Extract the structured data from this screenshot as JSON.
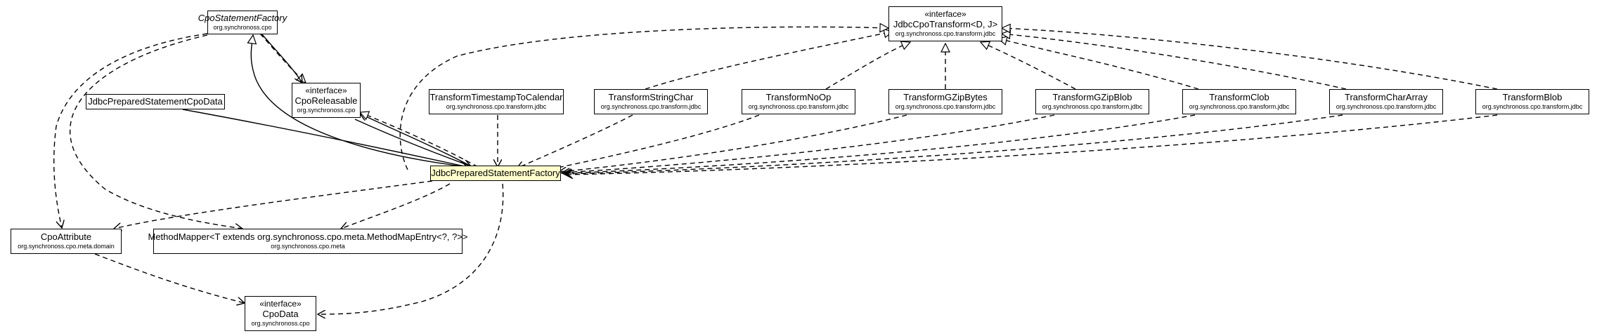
{
  "nodes": {
    "cpo_statement_factory": {
      "name": "CpoStatementFactory",
      "pkg": "org.synchronoss.cpo"
    },
    "jdbc_cpo_transform": {
      "stereo": "«interface»",
      "name": "JdbcCpoTransform<D, J>",
      "pkg": "org.synchronoss.cpo.transform.jdbc"
    },
    "cpo_releasable": {
      "stereo": "«interface»",
      "name": "CpoReleasable",
      "pkg": "org.synchronoss.cpo"
    },
    "jdbc_prepared_statement_cpo_data": {
      "name": "JdbcPreparedStatementCpoData"
    },
    "transform_timestamp_to_calendar": {
      "name": "TransformTimestampToCalendar",
      "pkg": "org.synchronoss.cpo.transform.jdbc"
    },
    "transform_string_char": {
      "name": "TransformStringChar",
      "pkg": "org.synchronoss.cpo.transform.jdbc"
    },
    "transform_no_op": {
      "name": "TransformNoOp",
      "pkg": "org.synchronoss.cpo.transform.jdbc"
    },
    "transform_gzip_bytes": {
      "name": "TransformGZipBytes",
      "pkg": "org.synchronoss.cpo.transform.jdbc"
    },
    "transform_gzip_blob": {
      "name": "TransformGZipBlob",
      "pkg": "org.synchronoss.cpo.transform.jdbc"
    },
    "transform_clob": {
      "name": "TransformClob",
      "pkg": "org.synchronoss.cpo.transform.jdbc"
    },
    "transform_char_array": {
      "name": "TransformCharArray",
      "pkg": "org.synchronoss.cpo.transform.jdbc"
    },
    "transform_blob": {
      "name": "TransformBlob",
      "pkg": "org.synchronoss.cpo.transform.jdbc"
    },
    "jdbc_prepared_statement_factory": {
      "name": "JdbcPreparedStatementFactory"
    },
    "cpo_attribute": {
      "name": "CpoAttribute",
      "pkg": "org.synchronoss.cpo.meta.domain"
    },
    "method_mapper": {
      "name": "MethodMapper<T extends org.synchronoss.cpo.meta.MethodMapEntry<?, ?>>",
      "pkg": "org.synchronoss.cpo.meta"
    },
    "cpo_data": {
      "stereo": "«interface»",
      "name": "CpoData",
      "pkg": "org.synchronoss.cpo"
    }
  },
  "colors": {
    "focus_fill": "#ffffcc",
    "line": "#000000"
  }
}
